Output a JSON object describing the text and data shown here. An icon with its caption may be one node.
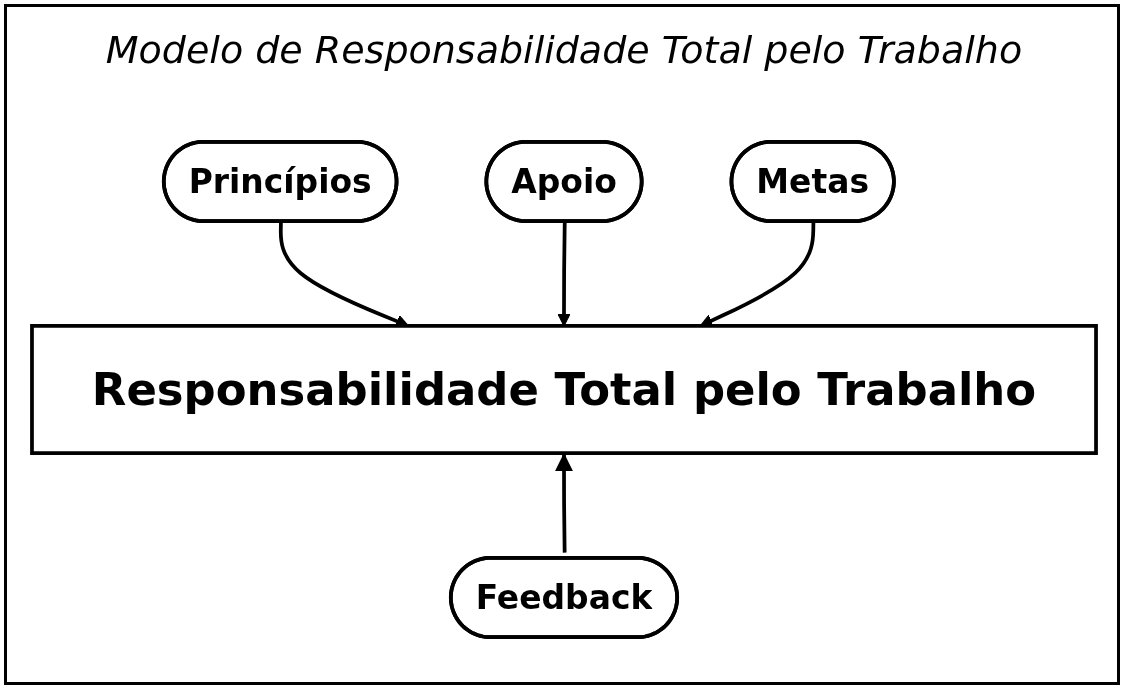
{
  "diagram": {
    "title": "Modelo de Responsabilidade Total pelo Trabalho",
    "nodes": [
      {
        "text": [
          "Princípios"
        ]
      },
      {
        "text": [
          "Apoio"
        ]
      },
      {
        "text": [
          "Metas"
        ]
      },
      {
        "text": [
          "Responsabilidade Total pelo Trabalho"
        ]
      },
      {
        "text": [
          "Feedback"
        ]
      }
    ],
    "edges": [
      {
        "from": 0,
        "to": 3,
        "arrow": "to"
      },
      {
        "from": 1,
        "to": 3,
        "arrow": "to"
      },
      {
        "from": 2,
        "to": 3,
        "arrow": "to"
      },
      {
        "from": 4,
        "to": 3,
        "arrow": "to"
      }
    ]
  }
}
